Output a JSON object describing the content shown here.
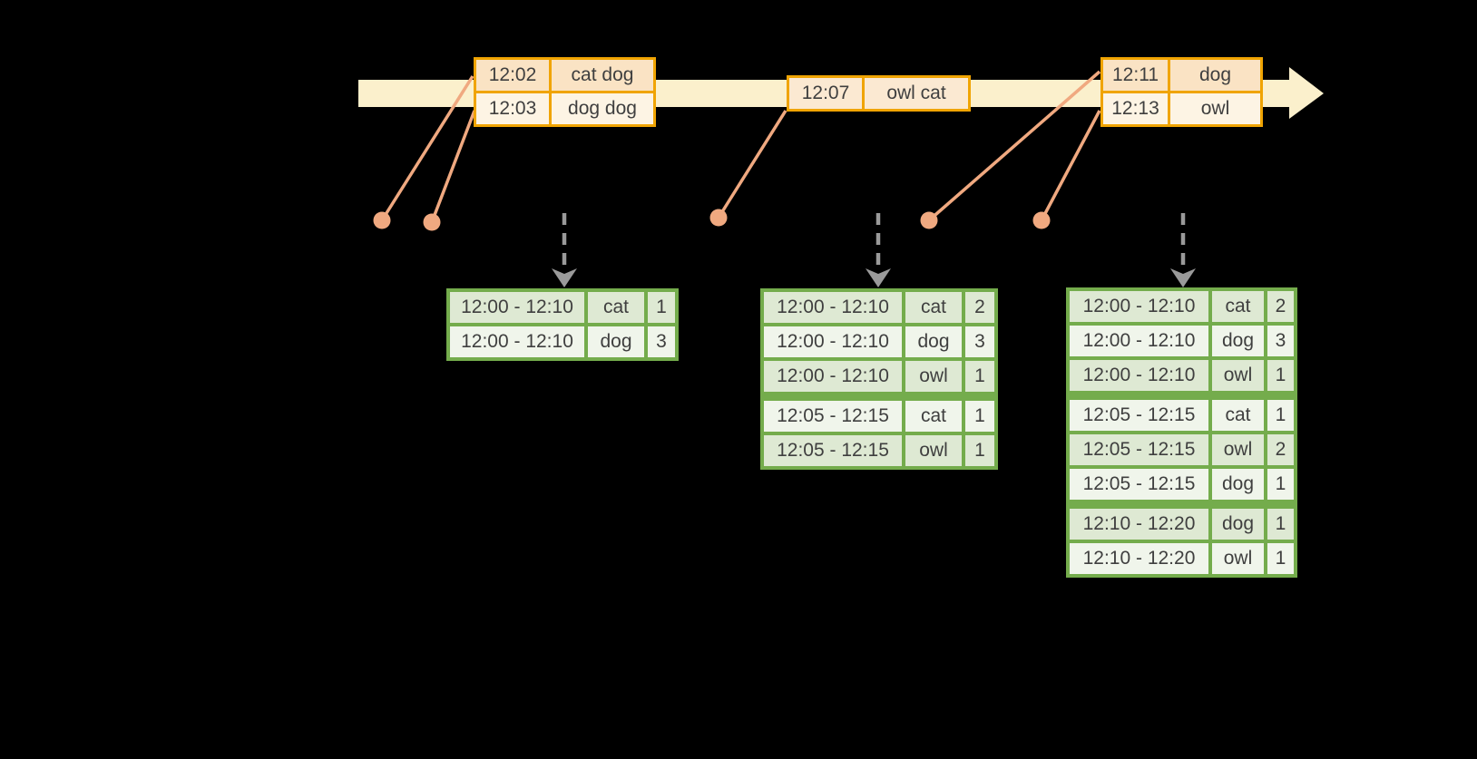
{
  "palette": {
    "background": "#000000",
    "text": "#3F3F3F",
    "timeline_fill": "#FBF0CC",
    "event_border": "#F0A402",
    "event_row_peach": "#FAE3C4",
    "event_row_cream": "#FDF4E4",
    "event_row_mid": "#FBE9D2",
    "connector": "#F0A980",
    "dashed_arrow": "#9A9A9A",
    "result_border": "#74AC4C",
    "result_row_green": "#DEE9D3",
    "result_row_pale": "#F0F5EB"
  },
  "timeline": {
    "event_tables": [
      {
        "rows": [
          {
            "time": "12:02",
            "text": "cat dog"
          },
          {
            "time": "12:03",
            "text": "dog dog"
          }
        ]
      },
      {
        "rows": [
          {
            "time": "12:07",
            "text": "owl cat"
          }
        ]
      },
      {
        "rows": [
          {
            "time": "12:11",
            "text": "dog"
          },
          {
            "time": "12:13",
            "text": "owl"
          }
        ]
      }
    ]
  },
  "result_tables": [
    {
      "rows": [
        {
          "window": "12:00 - 12:10",
          "word": "cat",
          "count": "1"
        },
        {
          "window": "12:00 - 12:10",
          "word": "dog",
          "count": "3"
        }
      ]
    },
    {
      "rows": [
        {
          "window": "12:00 - 12:10",
          "word": "cat",
          "count": "2"
        },
        {
          "window": "12:00 - 12:10",
          "word": "dog",
          "count": "3"
        },
        {
          "window": "12:00 - 12:10",
          "word": "owl",
          "count": "1"
        },
        {
          "window": "12:05 - 12:15",
          "word": "cat",
          "count": "1",
          "gap_before": true
        },
        {
          "window": "12:05 - 12:15",
          "word": "owl",
          "count": "1"
        }
      ]
    },
    {
      "rows": [
        {
          "window": "12:00 - 12:10",
          "word": "cat",
          "count": "2"
        },
        {
          "window": "12:00 - 12:10",
          "word": "dog",
          "count": "3"
        },
        {
          "window": "12:00 - 12:10",
          "word": "owl",
          "count": "1"
        },
        {
          "window": "12:05 - 12:15",
          "word": "cat",
          "count": "1",
          "gap_before": true
        },
        {
          "window": "12:05 - 12:15",
          "word": "owl",
          "count": "2"
        },
        {
          "window": "12:05 - 12:15",
          "word": "dog",
          "count": "1"
        },
        {
          "window": "12:10 - 12:20",
          "word": "dog",
          "count": "1",
          "gap_before": true
        },
        {
          "window": "12:10 - 12:20",
          "word": "owl",
          "count": "1"
        }
      ]
    }
  ]
}
